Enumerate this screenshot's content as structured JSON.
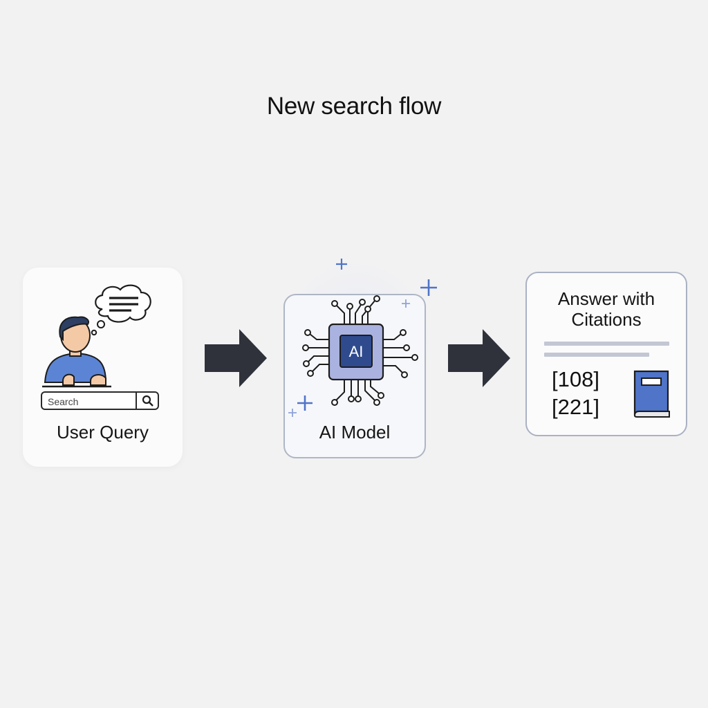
{
  "title": "New search flow",
  "steps": [
    {
      "label": "User Query",
      "search": {
        "placeholder": "Search"
      },
      "icons": [
        "person-icon",
        "thought-bubble-icon",
        "search-icon"
      ]
    },
    {
      "label": "AI Model",
      "chip_text": "AI",
      "icons": [
        "ai-chip-icon",
        "sparkle-icon"
      ]
    },
    {
      "label": "Answer with Citations",
      "citations": [
        "[108]",
        "[221]"
      ],
      "icons": [
        "book-icon"
      ]
    }
  ],
  "colors": {
    "accent_blue": "#4f74c8",
    "chip_fill": "#aab3e0",
    "arrow": "#2f323b",
    "card_border": "#aeb5c4"
  }
}
